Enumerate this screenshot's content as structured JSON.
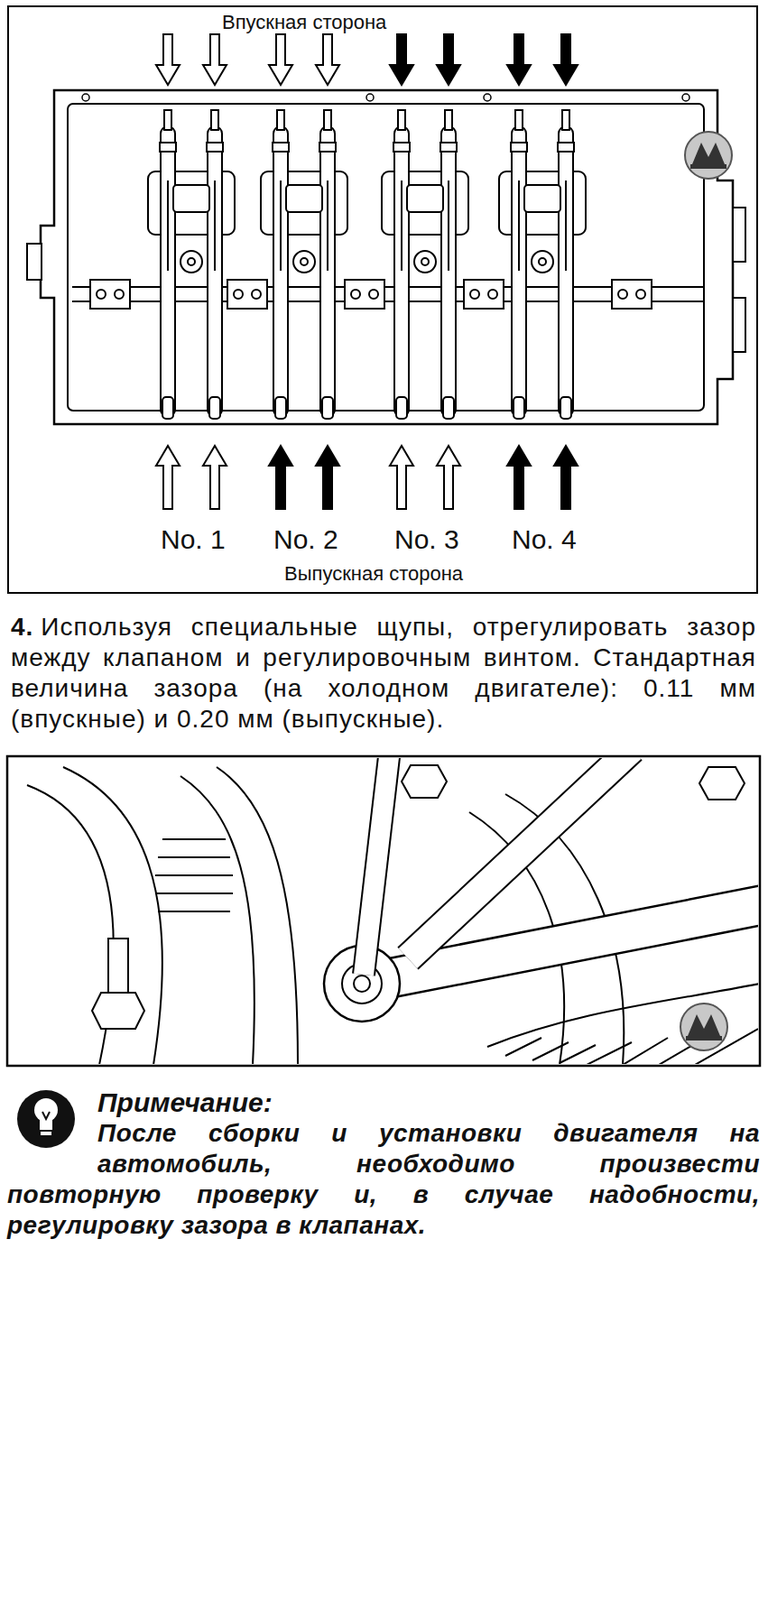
{
  "diagram": {
    "nodes": [
      {
        "text": [
          "Впускная сторона",
          "No. 1",
          "No. 2",
          "No. 3",
          "No. 4",
          "Выпускная сторона"
        ]
      }
    ],
    "labels": [
      "4.",
      "Используя специальные щупы, отрегулировать зазор между клапаном и регулировочным винтом. Стандартная величина зазора (на холодном двигателе): 0.11 мм (впускные) и 0.20 мм (выпускные).",
      "Примечание:",
      "После сборки и установки двигателя на автомобиль, необходимо произвести повторную проверку и, в случае надобности, регулировку зазора в клапанах."
    ]
  }
}
